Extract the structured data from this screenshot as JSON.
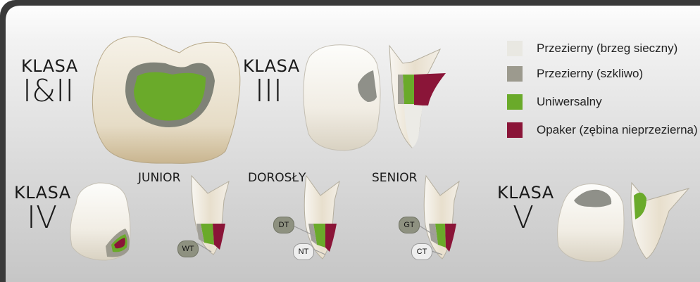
{
  "classes": {
    "c12": {
      "word": "KLASA",
      "num": "I&II"
    },
    "c3": {
      "word": "KLASA",
      "num": "III"
    },
    "c4": {
      "word": "KLASA",
      "num": "IV"
    },
    "c5": {
      "word": "KLASA",
      "num": "V"
    }
  },
  "ages": {
    "junior": "JUNIOR",
    "adult": "DOROSŁY",
    "senior": "SENIOR"
  },
  "badges": {
    "wt": "WT",
    "dt": "DT",
    "nt": "NT",
    "gt": "GT",
    "ct": "CT"
  },
  "legend": [
    {
      "label": "Przezierny (brzeg sieczny)",
      "color": "#e9e8e2"
    },
    {
      "label": "Przezierny (szkliwo)",
      "color": "#9c9a8e"
    },
    {
      "label": "Uniwersalny",
      "color": "#6aaa2a"
    },
    {
      "label": "Opaker (zębina nieprzezierna)",
      "color": "#8a1538"
    }
  ]
}
